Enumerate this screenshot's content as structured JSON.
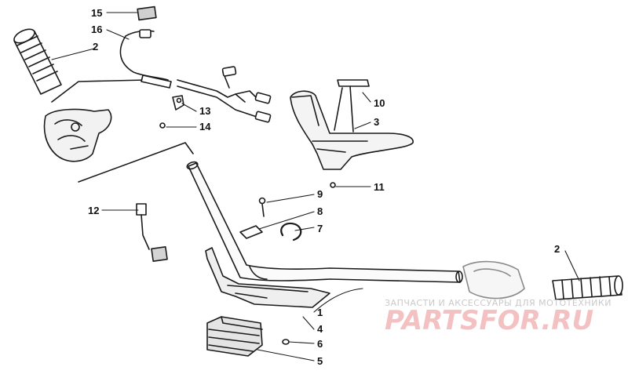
{
  "diagram": {
    "callouts": {
      "c1": "1",
      "c2a": "2",
      "c2b": "2",
      "c3": "3",
      "c4": "4",
      "c5": "5",
      "c6": "6",
      "c7": "7",
      "c8": "8",
      "c9": "9",
      "c10": "10",
      "c11": "11",
      "c12": "12",
      "c13": "13",
      "c14": "14",
      "c15": "15",
      "c16": "16"
    }
  },
  "watermark": {
    "caption": "ЗАПЧАСТИ И АКСЕССУАРЫ ДЛЯ МОТОТЕХНИКИ",
    "brand": "PARTSFOR.RU"
  }
}
